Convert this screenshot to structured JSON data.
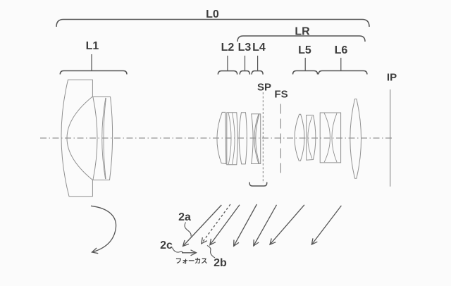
{
  "figure_type": "zoom-lens-optical-cross-section-patent-diagram",
  "colors": {
    "background": "#fbfbfb",
    "lens_line": "#8f8f8f",
    "bracket_line": "#525252",
    "axis_line": "#7d7d7d",
    "arrow_line": "#565656",
    "text": "#3d3d3d"
  },
  "labels": {
    "overall_system": "L0",
    "rear_group": "LR",
    "group_1": "L1",
    "group_2": "L2",
    "group_3": "L3",
    "group_4": "L4",
    "group_5": "L5",
    "group_6": "L6",
    "aperture_stop": "SP",
    "flare_stop": "FS",
    "image_plane": "IP",
    "arrow_2a": "2a",
    "arrow_2b": "2b",
    "arrow_2c": "2c",
    "focus_caption": "フォーカス"
  }
}
